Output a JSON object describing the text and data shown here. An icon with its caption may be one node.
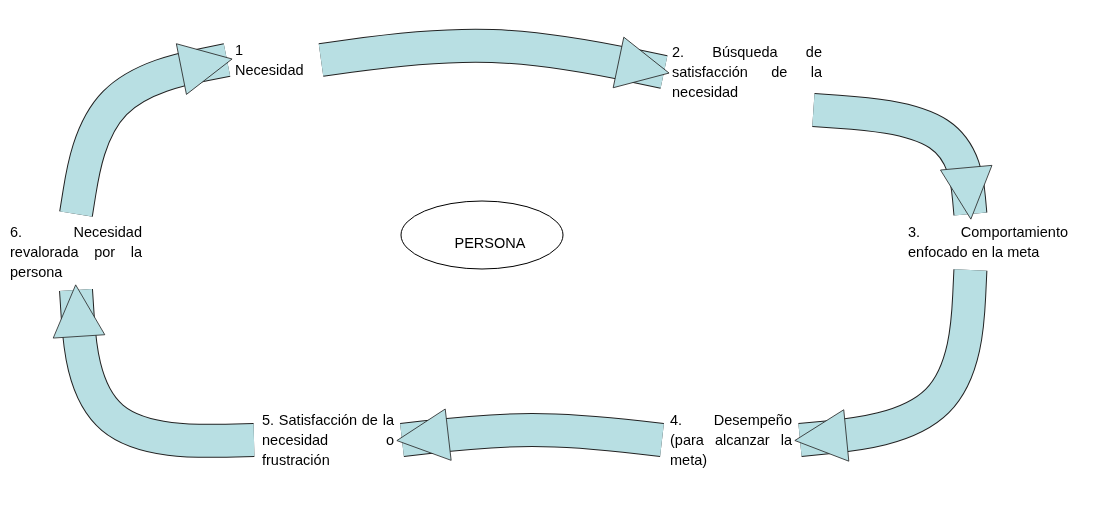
{
  "diagram": {
    "nodes": [
      {
        "text": [
          "1 Necesidad"
        ]
      },
      {
        "text": [
          "2. Búsqueda de satisfacción de la necesidad"
        ]
      },
      {
        "text": [
          "3. Comportamiento enfocado en la meta"
        ]
      },
      {
        "text": [
          "4. Desempeño (para alcanzar la meta)"
        ]
      },
      {
        "text": [
          "5. Satisfacción de la necesidad o frustración"
        ]
      },
      {
        "text": [
          "6. Necesidad revalorada por la persona"
        ]
      },
      {
        "text": [
          "PERSONA"
        ]
      }
    ],
    "edges": [
      {
        "from": 5,
        "to": 0,
        "arrow": "to"
      },
      {
        "from": 0,
        "to": 1,
        "arrow": "to"
      },
      {
        "from": 1,
        "to": 2,
        "arrow": "to"
      },
      {
        "from": 2,
        "to": 3,
        "arrow": "to"
      },
      {
        "from": 3,
        "to": 4,
        "arrow": "to"
      },
      {
        "from": 4,
        "to": 5,
        "arrow": "to"
      }
    ]
  }
}
